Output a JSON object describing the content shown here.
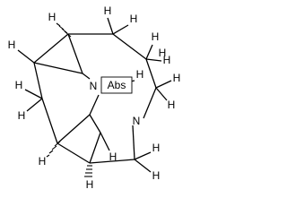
{
  "molecule": {
    "hydrogens": [
      "H",
      "H",
      "H",
      "H",
      "H",
      "H",
      "H",
      "H",
      "H",
      "H",
      "H",
      "H",
      "H",
      "H",
      "H",
      "H",
      "H"
    ],
    "nitrogens": [
      "N",
      "N"
    ],
    "stereo_flag": "Abs"
  }
}
